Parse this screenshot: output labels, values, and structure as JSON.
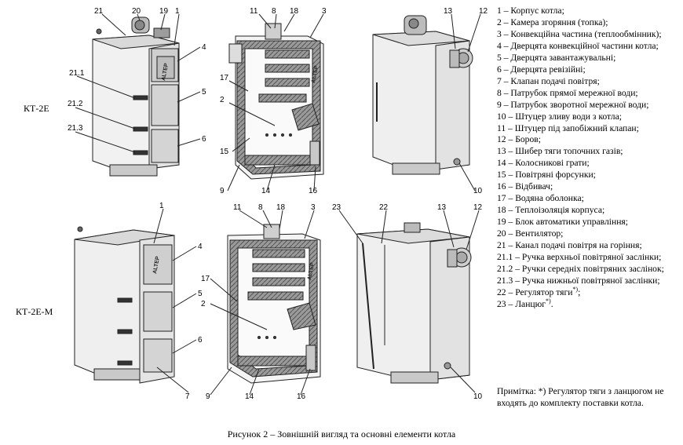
{
  "rows": {
    "top_label": "КТ-2Е",
    "bottom_label": "КТ-2Е-М"
  },
  "callouts": {
    "top_front": [
      "21",
      "20",
      "19",
      "1",
      "4",
      "21.1",
      "5",
      "21.2",
      "21.3",
      "6"
    ],
    "top_section": [
      "11",
      "8",
      "18",
      "3",
      "17",
      "2",
      "15",
      "9",
      "14",
      "16"
    ],
    "top_back": [
      "13",
      "12",
      "10"
    ],
    "bottom_front": [
      "1",
      "4",
      "5",
      "6",
      "7"
    ],
    "bottom_section": [
      "11",
      "8",
      "18",
      "3",
      "17",
      "2",
      "9",
      "14",
      "16"
    ],
    "bottom_back": [
      "23",
      "22",
      "13",
      "12",
      "10"
    ]
  },
  "door_logo": "ALTEP",
  "legend": [
    "1 – Корпус котла;",
    "2 – Камера згоряння (топка);",
    "3 – Конвекційна частина (теплообмінник);",
    "4 – Дверцята конвекційної частини котла;",
    "5 – Дверцята завантажувальні;",
    "6 – Дверцята ревізійні;",
    "7 – Клапан подачі повітря;",
    "8 – Патрубок прямої мережної води;",
    "9 – Патрубок зворотної мережної води;",
    "10 – Штуцер зливу води з котла;",
    "11 – Штуцер під запобіжний клапан;",
    "12 – Боров;",
    "13 – Шибер тяги топочних газів;",
    "14 – Колосникові грати;",
    "15 – Повітряні форсунки;",
    "16 – Відбивач;",
    "17 – Водяна оболонка;",
    "18 – Теплоізоляція корпуса;",
    "19 – Блок автоматики управління;",
    "20 – Вентилятор;",
    "21 – Канал подачі повітря на горіння;",
    "21.1 – Ручка верхньої повітряної заслінки;",
    "21.2 – Ручки середніх повітряних заслінок;",
    "21.3 – Ручка нижньої повітряної заслінки;",
    "22 – Регулятор тяги",
    "23 – Ланцюг"
  ],
  "legend_marks": {
    "asterisk": "*)",
    "end22": ";",
    "end23": "."
  },
  "note": "Примітка: *) Регулятор тяги з ланцюгом не входять до комплекту поставки котла.",
  "caption": "Рисунок 2 – Зовнішній вигляд та основні елементи котла"
}
